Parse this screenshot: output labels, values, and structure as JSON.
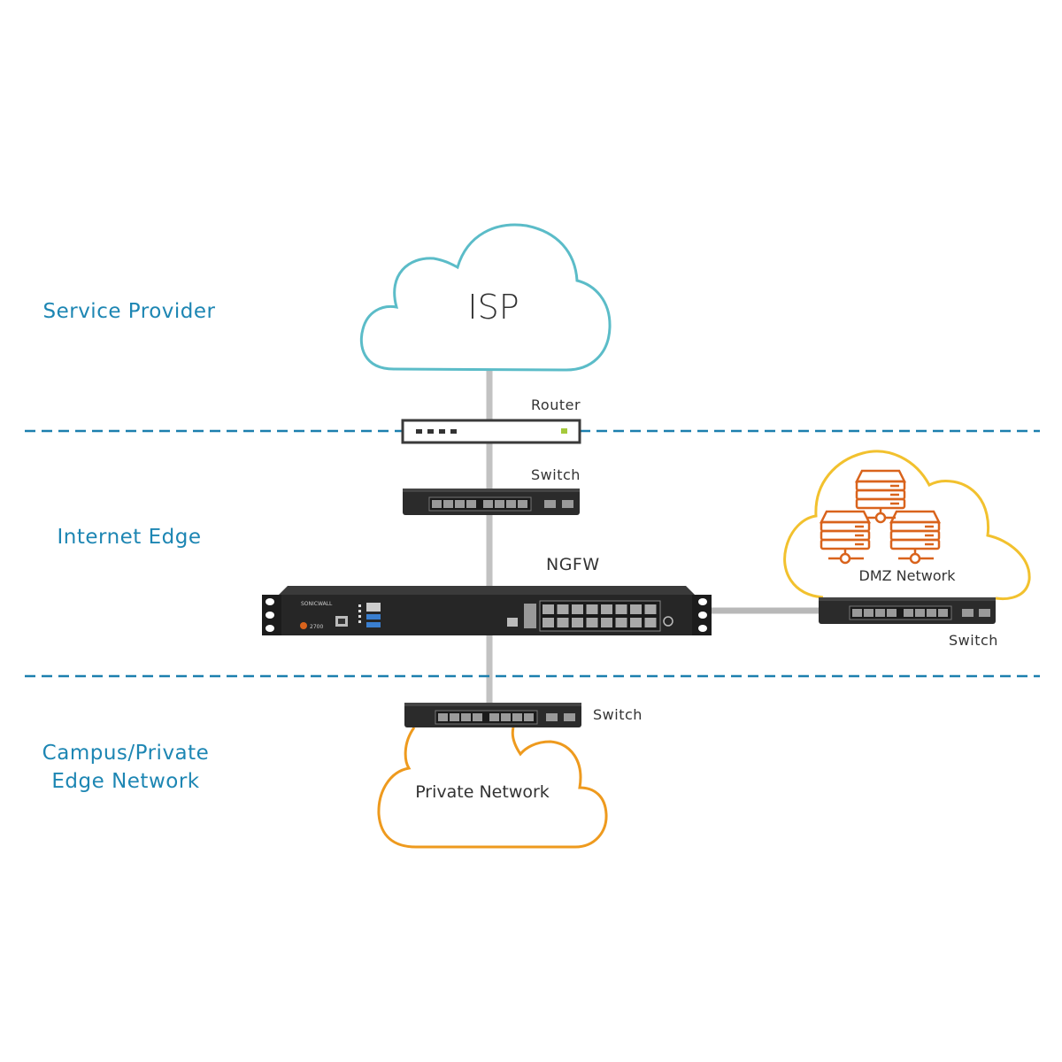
{
  "zones": {
    "service_provider": "Service Provider",
    "internet_edge": "Internet Edge",
    "campus_line1": "Campus/Private",
    "campus_line2": "Edge Network"
  },
  "clouds": {
    "isp": "ISP",
    "dmz": "DMZ Network",
    "private": "Private Network"
  },
  "devices": {
    "router": "Router",
    "switch_internet": "Switch",
    "ngfw": "NGFW",
    "switch_dmz": "Switch",
    "switch_private": "Switch",
    "ngfw_brand": "SONICWALL",
    "ngfw_model": "2700"
  },
  "colors": {
    "zone_text": "#1d86b3",
    "divider": "#1c7fae",
    "isp_cloud": "#5bbcc8",
    "dmz_cloud": "#f2c12e",
    "private_cloud": "#ee9a1e",
    "dmz_servers": "#d9631c",
    "link": "#c2c2c2",
    "router_led": "#a5c93b"
  }
}
